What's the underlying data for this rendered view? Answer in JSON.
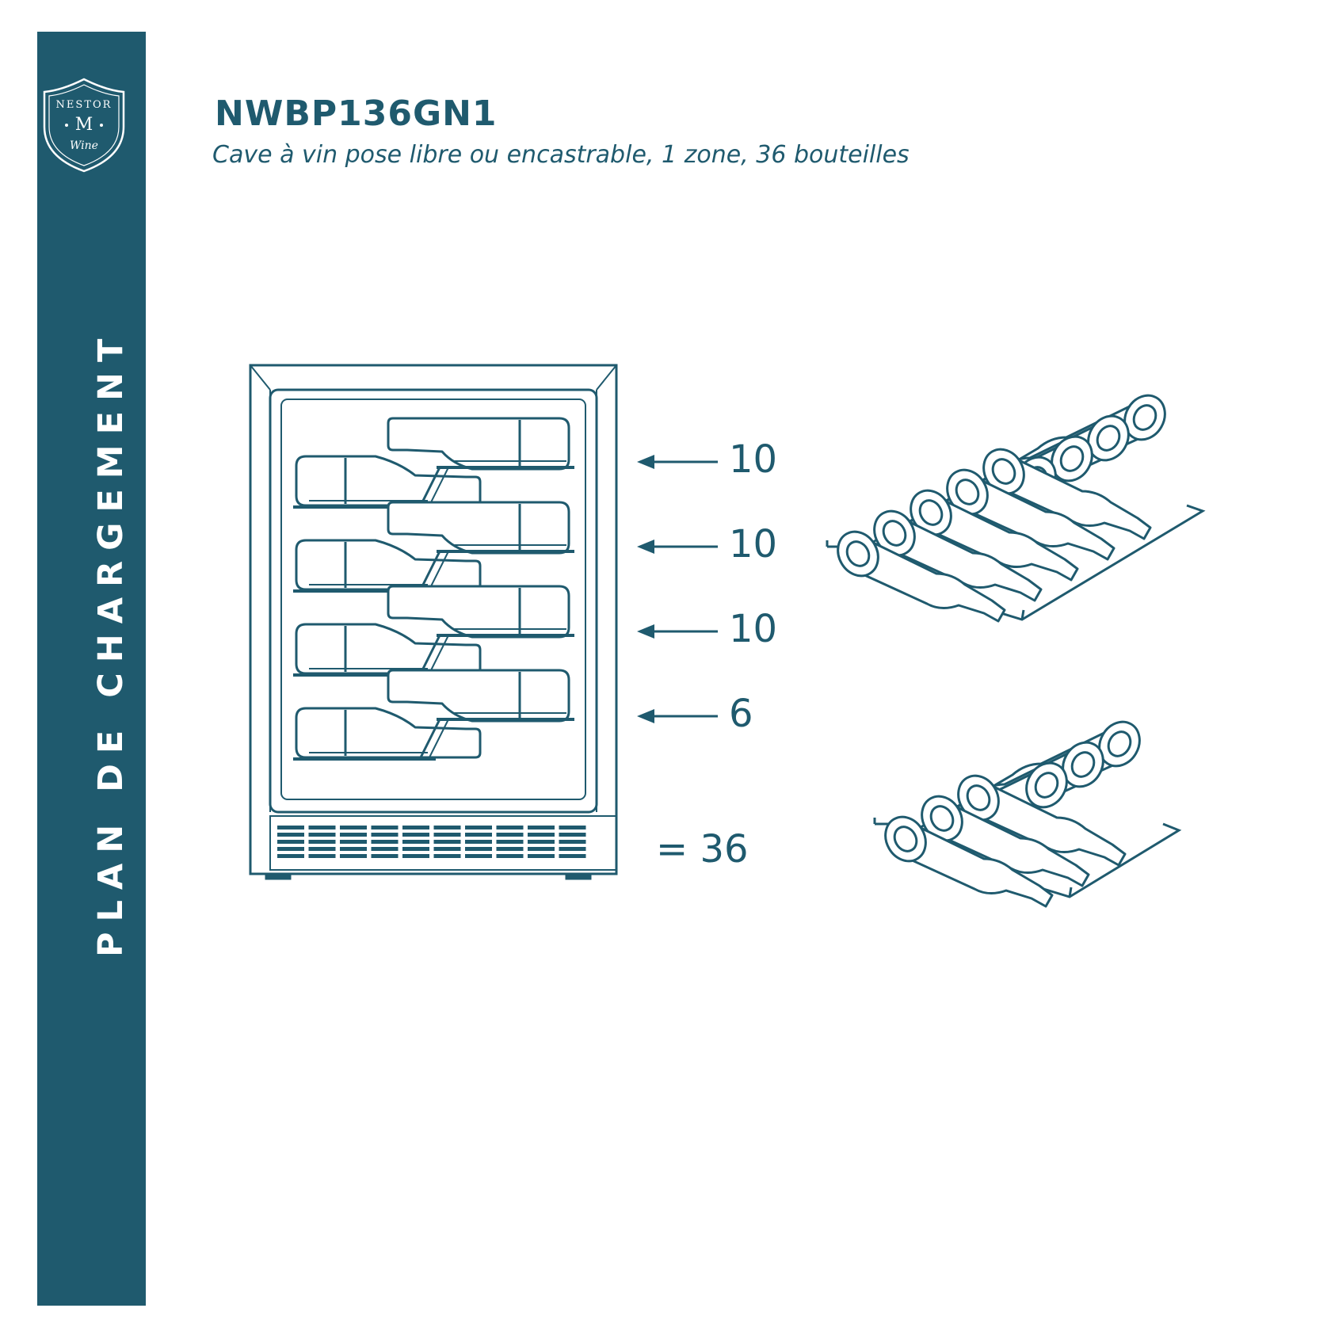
{
  "sidebar": {
    "label": "PLAN DE CHARGEMENT",
    "color": "#1f5a6e"
  },
  "logo": {
    "top_text": "NESTOR",
    "center_letter": "M",
    "bottom_text": "Wine"
  },
  "header": {
    "model": "NWBP136GN1",
    "subtitle": "Cave à vin pose libre ou encastrable, 1 zone, 36 bouteilles"
  },
  "shelves": [
    {
      "count": "10"
    },
    {
      "count": "10"
    },
    {
      "count": "10"
    },
    {
      "count": "6"
    }
  ],
  "total": "= 36",
  "icons": [
    "wine-cooler-icon",
    "arrow-left-icon",
    "bottle-rack-10-icon",
    "bottle-rack-6-icon"
  ],
  "colors": {
    "primary": "#1f5a6e",
    "background": "#ffffff"
  }
}
